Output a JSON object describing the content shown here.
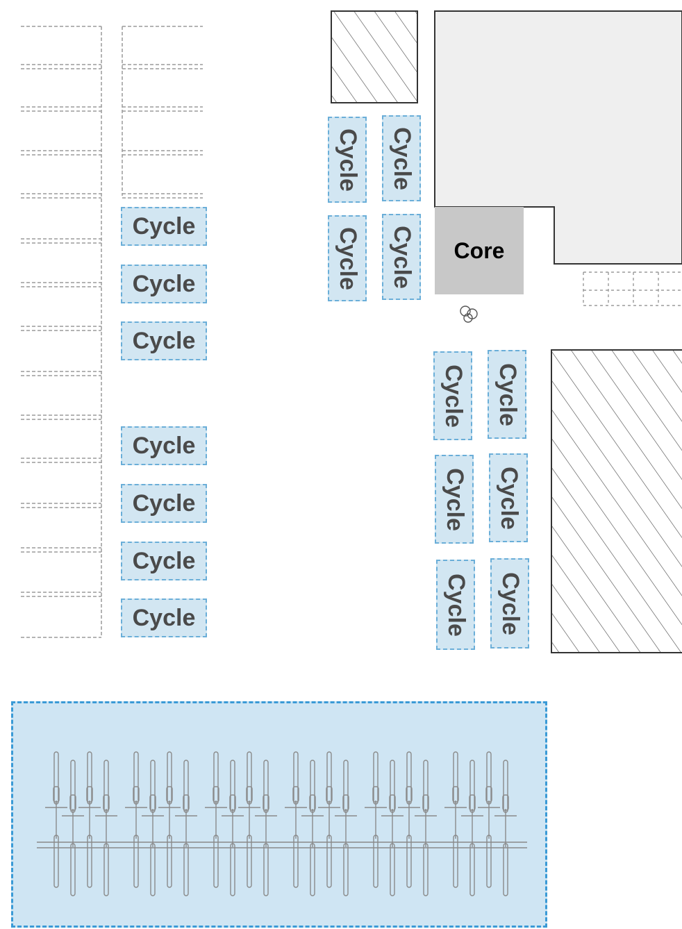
{
  "labels": {
    "core": "Core",
    "cycle": "Cycle"
  },
  "colors": {
    "cycle_fill": "#d2e6f2",
    "cycle_border": "#6aaed8",
    "core_fill": "#c8c8c8",
    "building_fill": "#efefef",
    "bike_zone_fill": "#cfe5f3",
    "bike_zone_border": "#3a9ad6",
    "parking_line": "#9a9a9a",
    "hatch_line": "#444444"
  },
  "icons": [
    "tree-icon",
    "bicycle-icon"
  ],
  "bike_rack": {
    "groups": 6,
    "bikes_per_group": 4
  }
}
